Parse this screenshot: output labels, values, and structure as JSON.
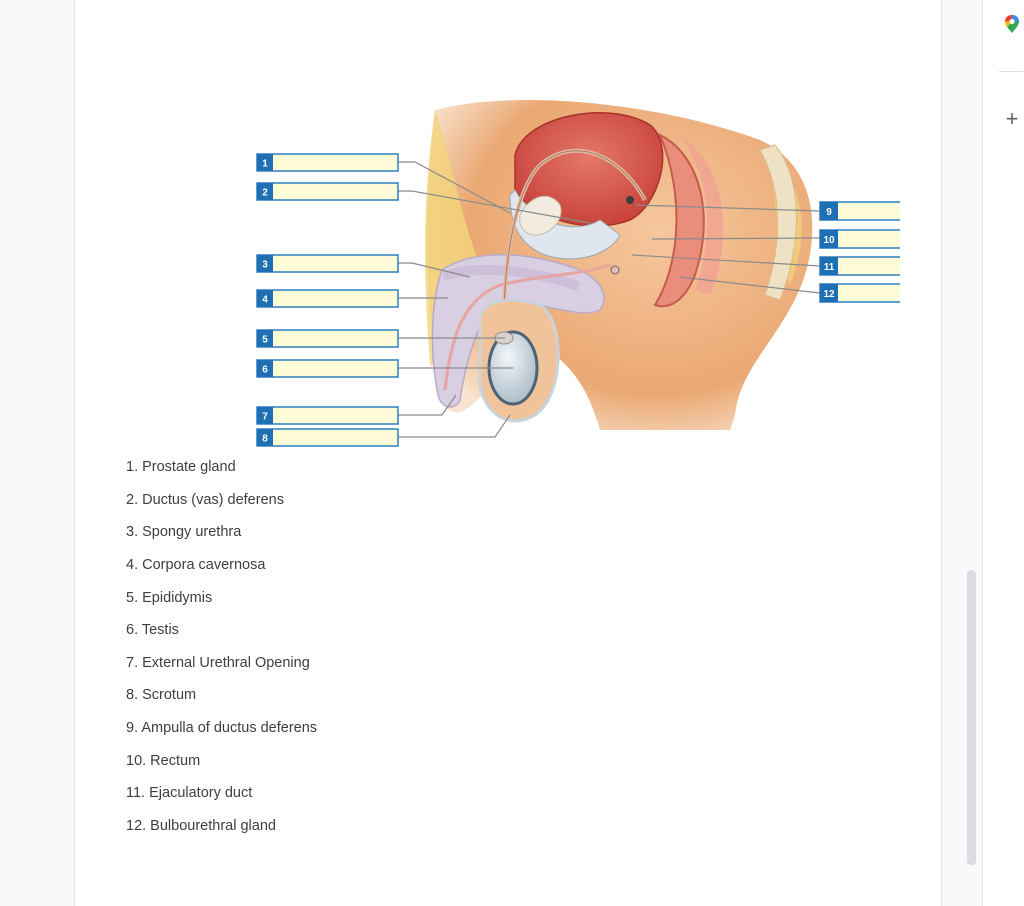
{
  "diagram": {
    "box_numbers": [
      "1",
      "2",
      "3",
      "4",
      "5",
      "6",
      "7",
      "8",
      "9",
      "10",
      "11",
      "12"
    ]
  },
  "list": {
    "items": [
      "1. Prostate gland",
      "2. Ductus (vas) deferens",
      "3. Spongy urethra",
      "4. Corpora cavernosa",
      "5. Epididymis",
      "6. Testis",
      "7. External Urethral Opening",
      "8. Scrotum",
      "9. Ampulla of ductus deferens",
      "10. Rectum",
      "11. Ejaculatory duct",
      "12. Bulbourethral gland"
    ]
  },
  "side_panel": {
    "add_label": "+",
    "maps_icon": "google-maps-icon"
  },
  "colors": {
    "label_box_fill": "#fffbd6",
    "label_box_border": "#2f7fc2",
    "label_tag": "#1e6fb3"
  }
}
